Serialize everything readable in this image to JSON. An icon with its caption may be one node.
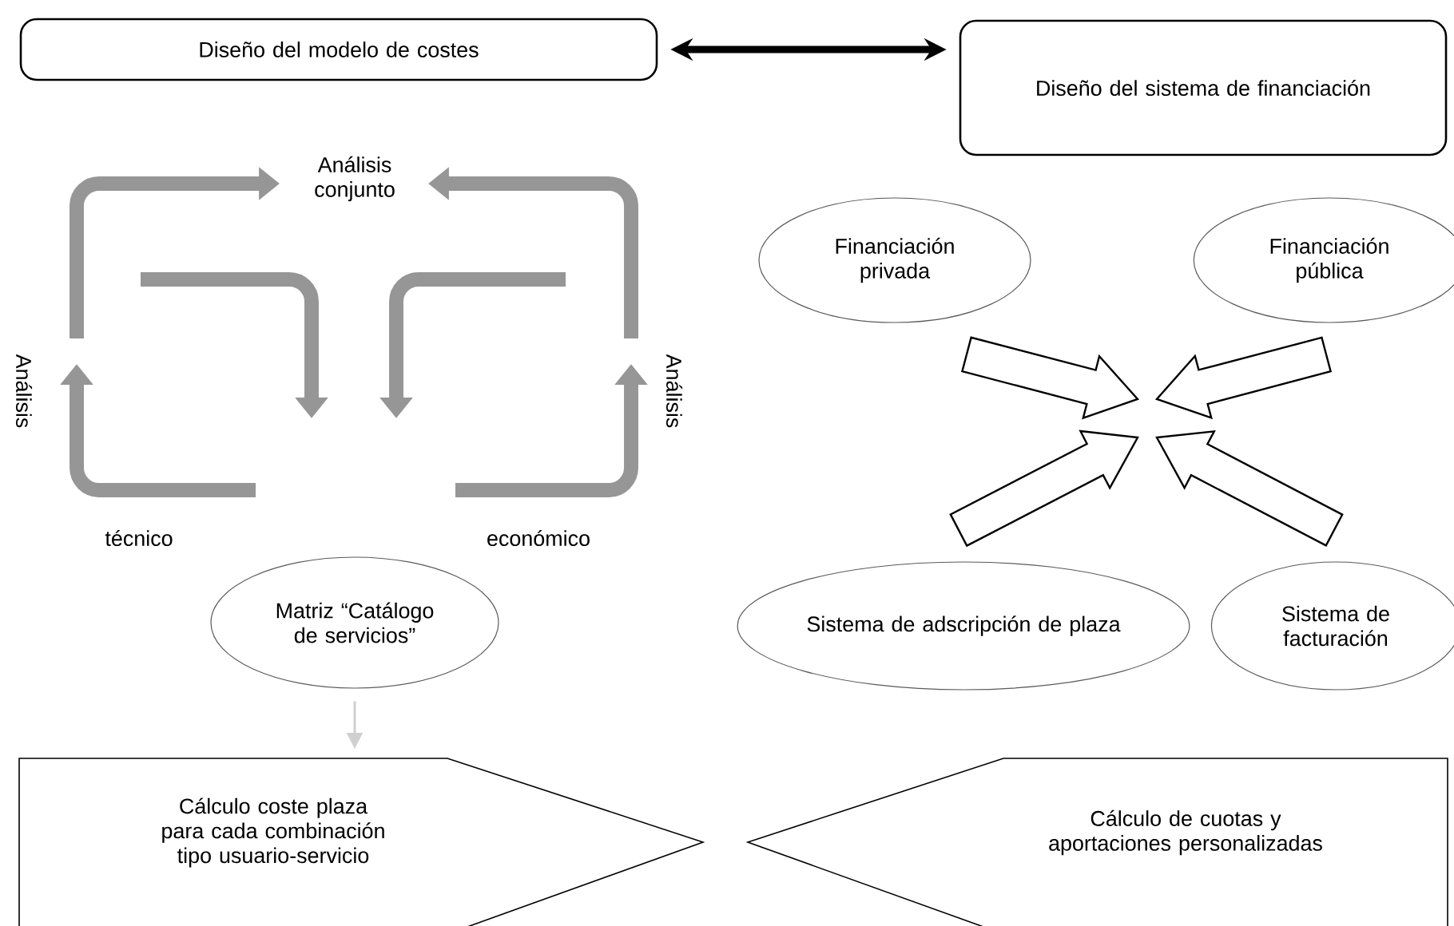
{
  "diagram": {
    "nodes": [
      {
        "text": [
          "Diseño del modelo de costes"
        ]
      },
      {
        "text": [
          "Diseño del sistema de financiación"
        ]
      },
      {
        "text": [
          "Matriz “Catálogo de servicios”"
        ]
      },
      {
        "text": [
          "Financiación privada"
        ]
      },
      {
        "text": [
          "Financiación pública"
        ]
      },
      {
        "text": [
          "Sistema de adscripción de plaza"
        ]
      },
      {
        "text": [
          "Sistema de facturación"
        ]
      },
      {
        "text": [
          "Cálculo coste plaza para cada combinación tipo usuario-servicio"
        ]
      },
      {
        "text": [
          "Cálculo de cuotas y aportaciones personalizadas"
        ]
      }
    ],
    "edges": [
      {
        "from": 0,
        "to": 1,
        "arrow": "both",
        "style": "thick"
      },
      {
        "from": 3,
        "to": null,
        "arrow": "to"
      },
      {
        "from": 4,
        "to": null,
        "arrow": "to"
      },
      {
        "from": 5,
        "to": null,
        "arrow": "to"
      },
      {
        "from": 6,
        "to": null,
        "arrow": "to"
      },
      {
        "from": 2,
        "to": 7,
        "arrow": "to",
        "color": "#d0d0d0"
      }
    ],
    "labels": [
      "Análisis conjunto",
      "Análisis",
      "técnico",
      "Análisis",
      "económico"
    ]
  }
}
